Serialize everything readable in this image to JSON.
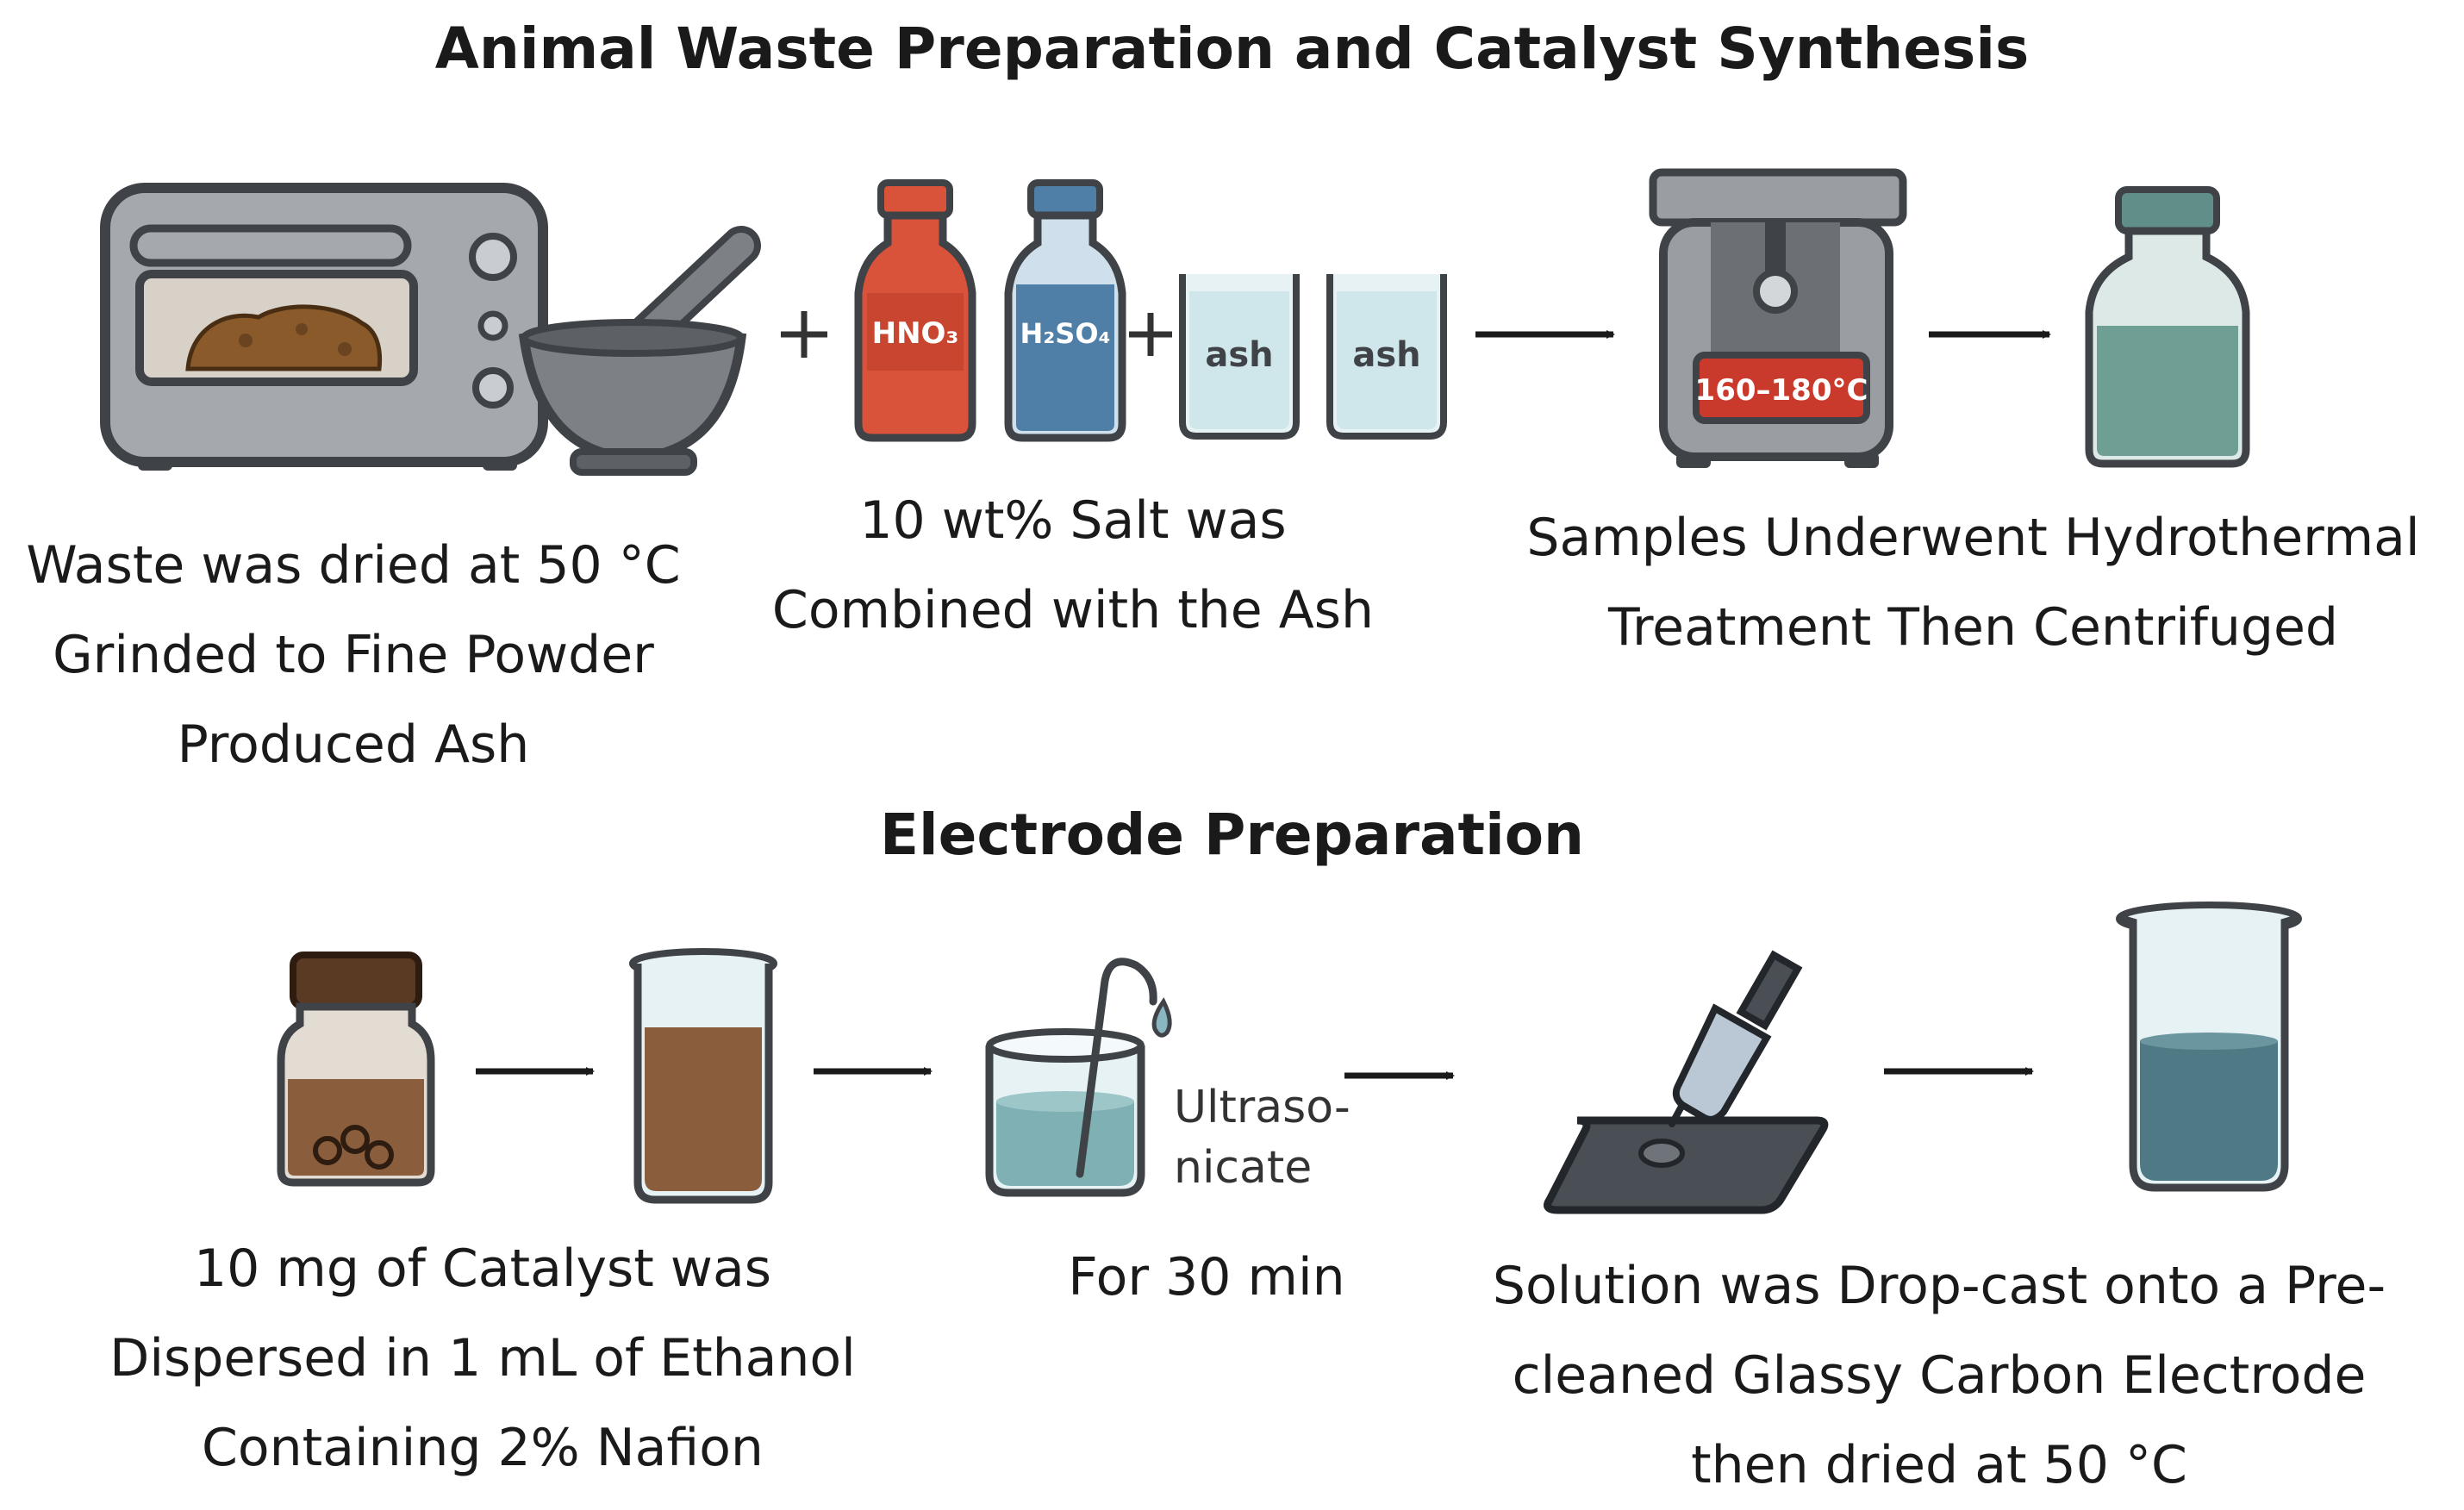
{
  "section1": {
    "title": "Animal Waste Preparation and Catalyst Synthesis",
    "labels": {
      "hno3": "HNO₃",
      "h2so4": "H₂SO₄",
      "ash1": "ash",
      "ash2": "ash",
      "temperature": "160–180°C"
    },
    "steps": [
      {
        "lines": [
          "Waste was dried at 50 °C",
          "Grinded to Fine Powder",
          "Produced Ash"
        ]
      },
      {
        "lines": [
          "10 wt% Salt was",
          "Combined with the Ash"
        ]
      },
      {
        "lines": [
          "Samples Underwent Hydrothermal",
          "Treatment Then Centrifuged"
        ]
      }
    ]
  },
  "section2": {
    "title": "Electrode Preparation",
    "labels": {
      "ultrasonicate_line1": "Ultraso-",
      "ultrasonicate_line2": "nicate"
    },
    "steps": [
      {
        "lines": [
          "10 mg of Catalyst was",
          "Dispersed in 1 mL of Ethanol",
          "Containing 2% Nafion"
        ]
      },
      {
        "lines": [
          "For 30 min"
        ]
      },
      {
        "lines": [
          "Solution was Drop-cast onto a Pre-",
          "cleaned Glassy Carbon Electrode",
          "then dried at 50 °C"
        ]
      }
    ]
  },
  "colors": {
    "oven": "#9a9ea3",
    "oven_dark": "#3f4347",
    "powder": "#8b5a2b",
    "hno3_bottle": "#d9523a",
    "h2so4_bottle": "#4f7ea6",
    "liquid_green": "#6f9f94",
    "liquid_blue": "#4f7a85",
    "suspension": "#8a5e3c"
  }
}
